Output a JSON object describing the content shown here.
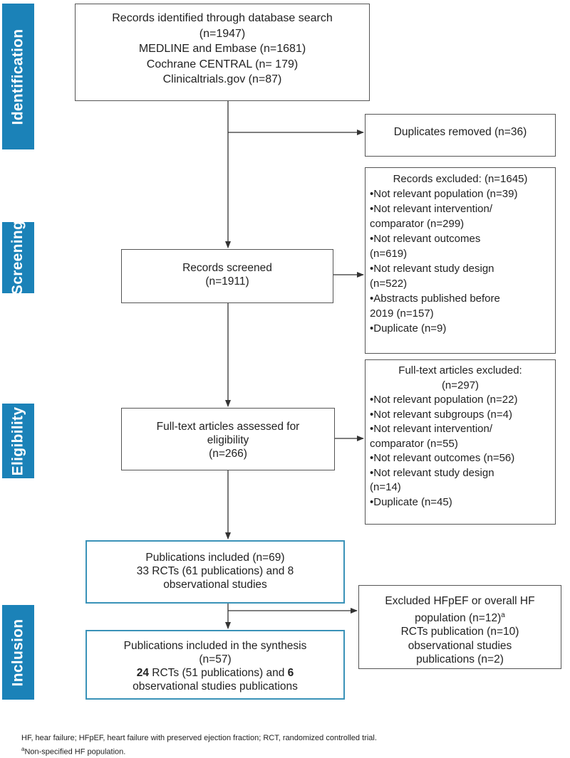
{
  "phases": {
    "identification": "Identification",
    "screening": "Screening",
    "eligibility": "Eligibility",
    "inclusion": "Inclusion"
  },
  "identification_box": {
    "line1": "Records identified through database search",
    "line2": "(n=1947)",
    "line3": "MEDLINE and Embase (n=1681)",
    "line4": "Cochrane CENTRAL (n= 179)",
    "line5": "Clinicaltrials.gov (n=87)"
  },
  "duplicates_box": {
    "text": "Duplicates removed (n=36)"
  },
  "screened_box": {
    "line1": "Records screened",
    "line2": "(n=1911)"
  },
  "records_excluded_box": {
    "title": "Records excluded: (n=1645)",
    "item1": "•Not relevant population (n=39)",
    "item2a": "•Not relevant intervention/",
    "item2b": "comparator (n=299)",
    "item3_w1": "•Not",
    "item3_w2": "relevant",
    "item3_w3": "outcomes",
    "item3b": "(n=619)",
    "item4": "•Not relevant study design",
    "item4b": "(n=522)",
    "item5a": "•Abstracts published before",
    "item5b": "2019 (n=157)",
    "item6": "•Duplicate (n=9)"
  },
  "fulltext_box": {
    "line1": "Full-text  articles assessed for",
    "line2": "eligibility",
    "line3": "(n=266)"
  },
  "fulltext_excluded_box": {
    "title1": "Full-text articles excluded:",
    "title2": "(n=297)",
    "item1": "•Not relevant population (n=22)",
    "item2": "•Not relevant subgroups (n=4)",
    "item3a": "•Not relevant intervention/",
    "item3b": "comparator (n=55)",
    "item4": "•Not relevant outcomes (n=56)",
    "item5_w1": "•Not",
    "item5_w2": "relevant",
    "item5_w3": "study design",
    "item5b": "(n=14)",
    "item6": "•Duplicate (n=45)"
  },
  "publications_box": {
    "line1": "Publications included (n=69)",
    "line2": "33 RCTs (61 publications) and 8",
    "line3": "observational studies"
  },
  "excluded_hf_box": {
    "line1": "Excluded HFpEF or overall HF",
    "line2": "population (n=12)",
    "line2_sup": "a",
    "line3": "RCTs publication (n=10)",
    "line4": "observational studies",
    "line5": "publications (n=2)"
  },
  "synthesis_box": {
    "line1": "Publications included in the synthesis",
    "line2": "(n=57)",
    "line3_bold1": "24",
    "line3_rest": " RCTs (51 publications) and ",
    "line3_bold2": "6",
    "line4": "observational studies publications"
  },
  "footnote": {
    "line1": "HF, hear failure; HFpEF,  heart failure with preserved ejection fraction; RCT,  randomized controlled trial.",
    "line2_sup": "a",
    "line2": "Non-specified HF population."
  }
}
